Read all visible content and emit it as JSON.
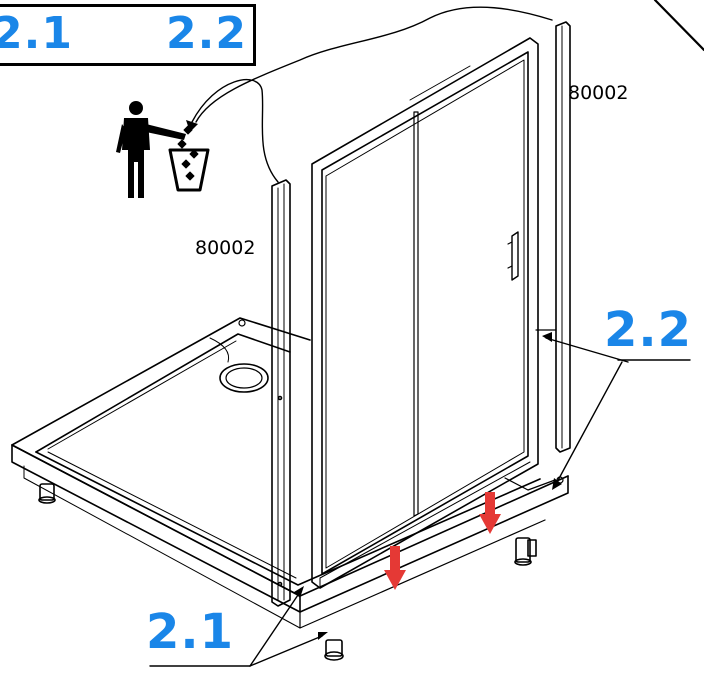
{
  "step_box": {
    "from": "2.1",
    "to": "2.2",
    "arrow_color": "#e53935"
  },
  "labels": {
    "step_2_1": "2.1",
    "step_2_2": "2.2",
    "part_left": "80002",
    "part_right": "80002"
  },
  "colors": {
    "label_blue": "#1a86e8",
    "arrow_red": "#e53935",
    "line": "#000000"
  },
  "icons": [
    "person-trash-icon",
    "trash-bin-icon",
    "down-arrow-icon"
  ]
}
